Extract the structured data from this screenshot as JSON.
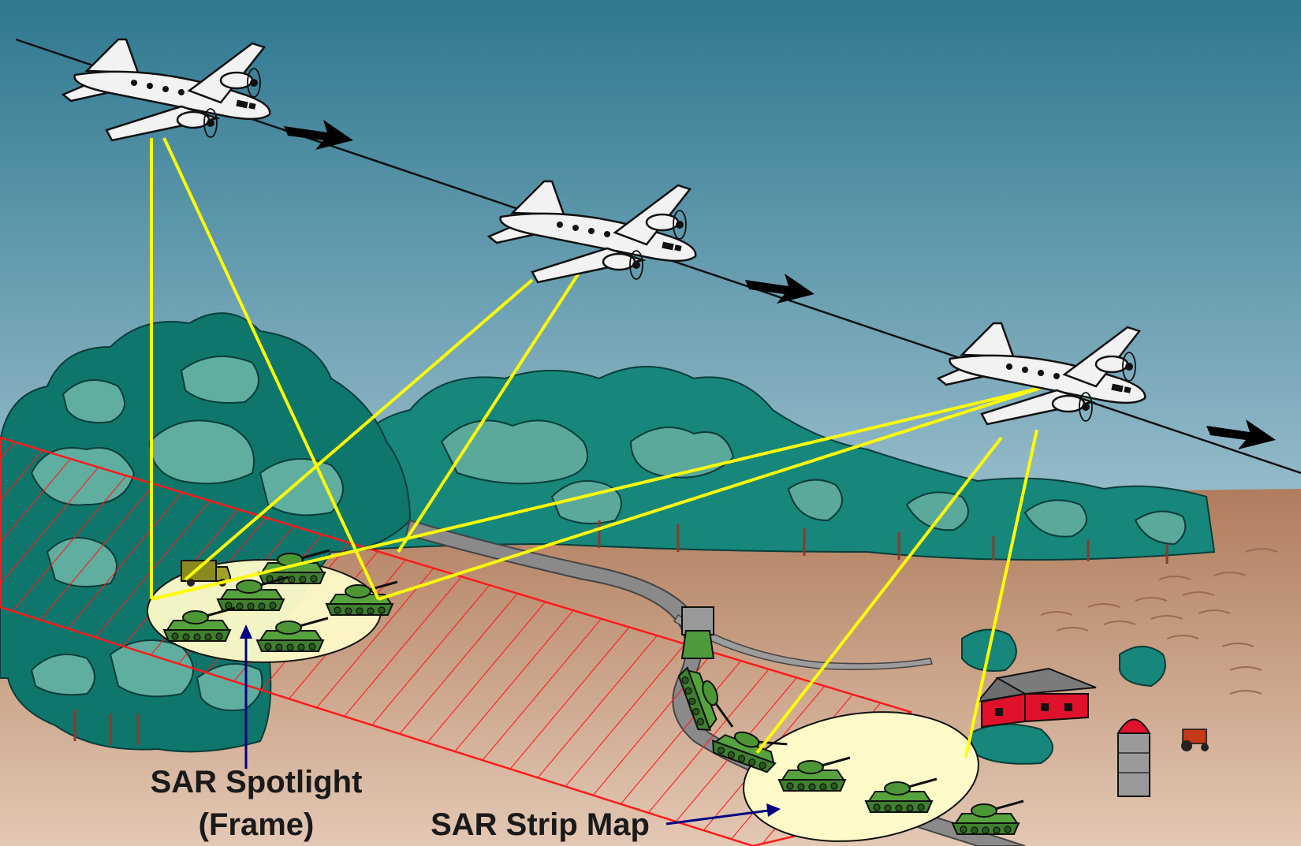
{
  "labels": {
    "spotlight_title": "SAR Spotlight",
    "spotlight_sub": "(Frame)",
    "strip_map_title": "SAR Strip Map"
  },
  "colors": {
    "sky_top": "#2e7890",
    "sky_bottom": "#d9e6ea",
    "ground": "#b88a6c",
    "ground_light": "#d8b8a2",
    "tree_dark": "#0f7a70",
    "tree_mid": "#5fae9f",
    "beam": "#ffff00",
    "swath": "#ff0000",
    "spot_fill": "#fffbc8",
    "tank": "#4f9a3a",
    "barn": "#e0112a",
    "label_arrow": "#000080"
  },
  "icons": [
    "airplane-icon",
    "direction-arrow-icon",
    "tank-icon",
    "truck-icon",
    "barn-icon",
    "silo-icon",
    "tractor-icon"
  ]
}
